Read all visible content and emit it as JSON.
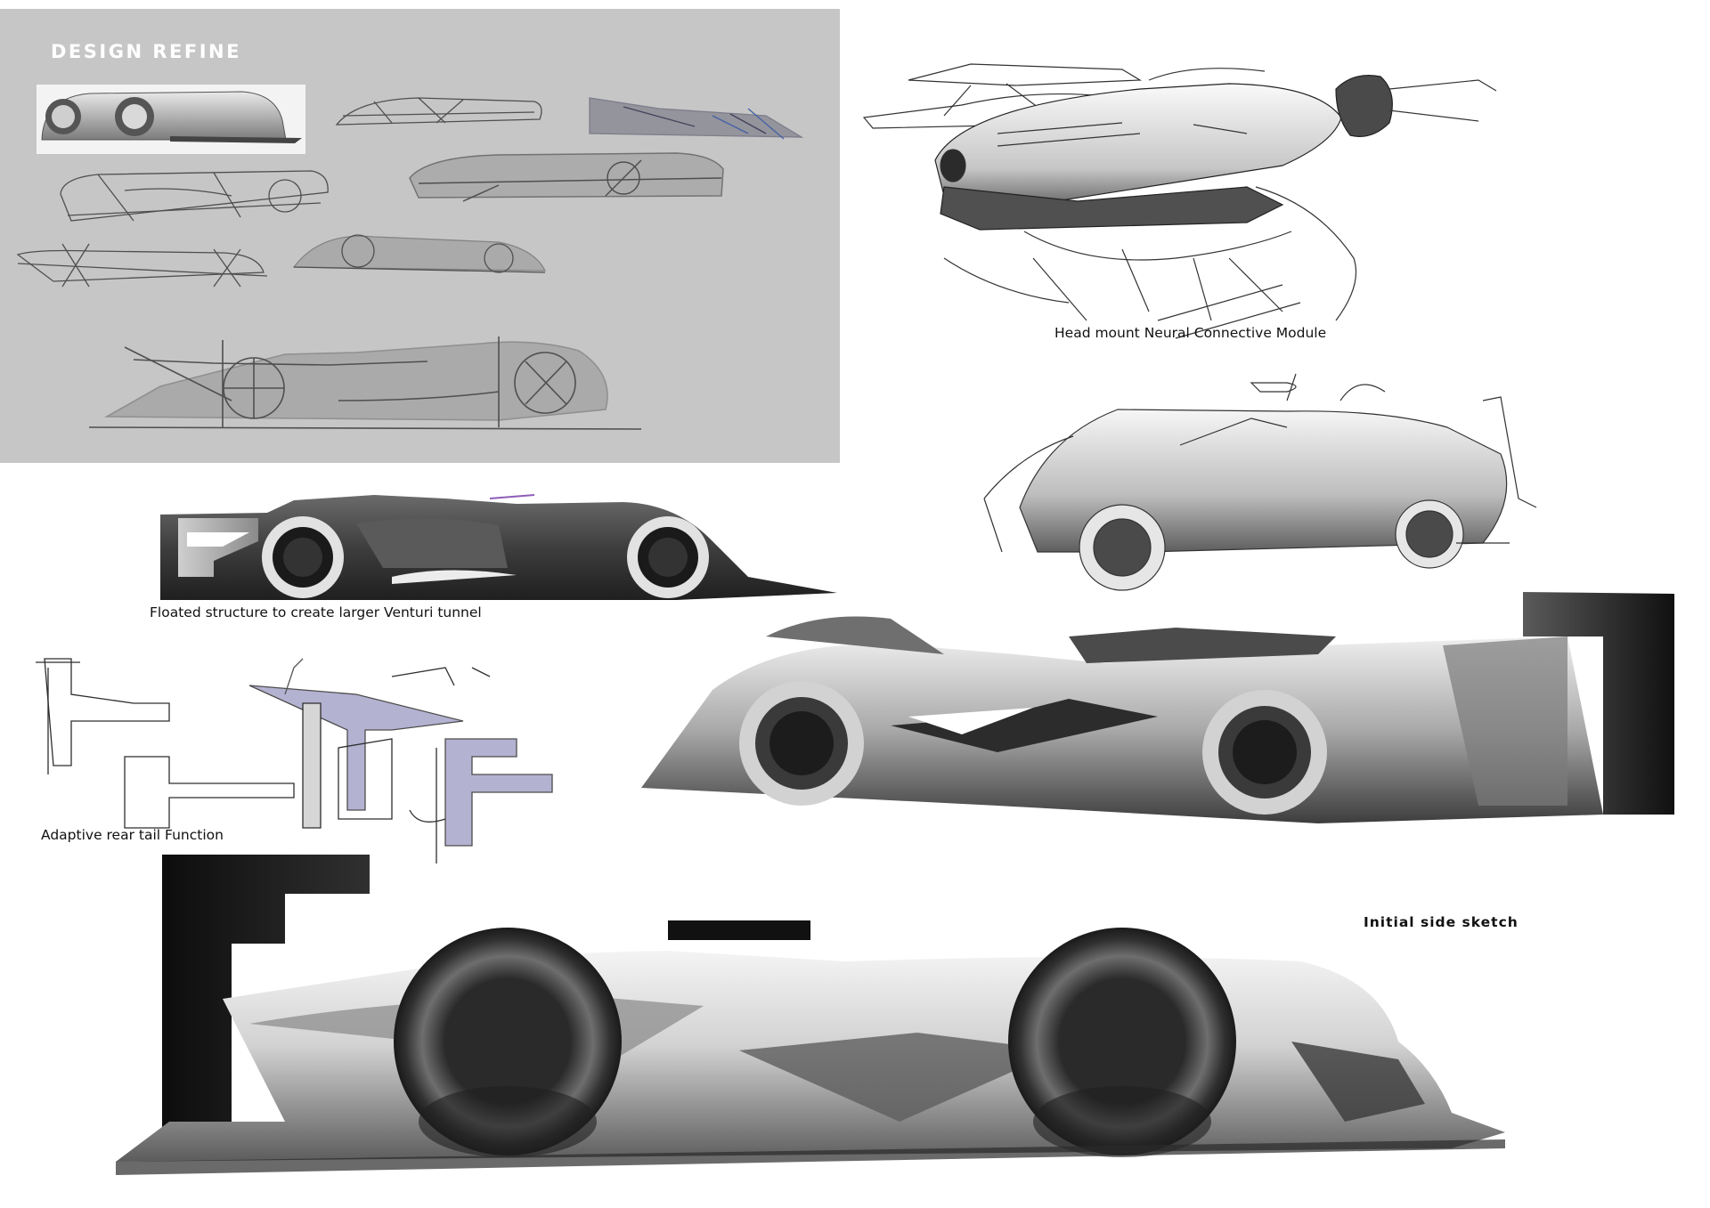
{
  "title": "DESIGN REFINE",
  "captions": {
    "floated": "Floated structure to create larger Venturi tunnel",
    "neural": "Head mount Neural Connective Module",
    "adaptive": "Adaptive rear tail Function",
    "initial": "Initial side sketch"
  },
  "colors": {
    "panel_bg": "#c6c6c6",
    "page_bg": "#ffffff",
    "ink": "#111111",
    "body_dark": "#3e3e3e",
    "body_light": "#d8d8d8",
    "wing_black": "#151515",
    "accent_lavender": "#a7a5c9"
  }
}
